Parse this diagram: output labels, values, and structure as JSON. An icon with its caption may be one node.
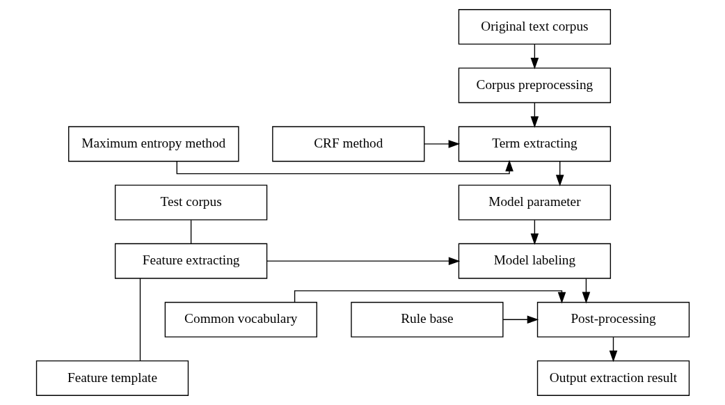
{
  "diagram": {
    "nodes": [
      {
        "text": [
          "Original text corpus"
        ]
      },
      {
        "text": [
          "Corpus preprocessing"
        ]
      },
      {
        "text": [
          "Maximum entropy method"
        ]
      },
      {
        "text": [
          "Term extracting"
        ]
      },
      {
        "text": [
          "CRF method"
        ]
      },
      {
        "text": [
          "Model parameter"
        ]
      },
      {
        "text": [
          "Test corpus"
        ]
      },
      {
        "text": [
          "Model labeling"
        ]
      },
      {
        "text": [
          "Feature extracting"
        ]
      },
      {
        "text": [
          "Common vocabulary"
        ]
      },
      {
        "text": [
          "Post-processing"
        ]
      },
      {
        "text": [
          "Rule base"
        ]
      },
      {
        "text": [
          "Feature template"
        ]
      },
      {
        "text": [
          "Output extraction result"
        ]
      }
    ],
    "edges": [
      {
        "from": 0,
        "to": 1,
        "arrow": "to"
      },
      {
        "from": 1,
        "to": 3,
        "arrow": "to"
      },
      {
        "from": 2,
        "to": 3,
        "arrow": "to"
      },
      {
        "from": 4,
        "to": 3,
        "arrow": "to"
      },
      {
        "from": 3,
        "to": 5,
        "arrow": "to"
      },
      {
        "from": 5,
        "to": 7,
        "arrow": "to"
      },
      {
        "from": 6,
        "to": 8,
        "arrow": "none"
      },
      {
        "from": 8,
        "to": 7,
        "arrow": "to"
      },
      {
        "from": 7,
        "to": 10,
        "arrow": "to"
      },
      {
        "from": 9,
        "to": 10,
        "arrow": "to"
      },
      {
        "from": 11,
        "to": 10,
        "arrow": "to"
      },
      {
        "from": 8,
        "to": 12,
        "arrow": "none"
      },
      {
        "from": 10,
        "to": 13,
        "arrow": "to"
      }
    ]
  }
}
